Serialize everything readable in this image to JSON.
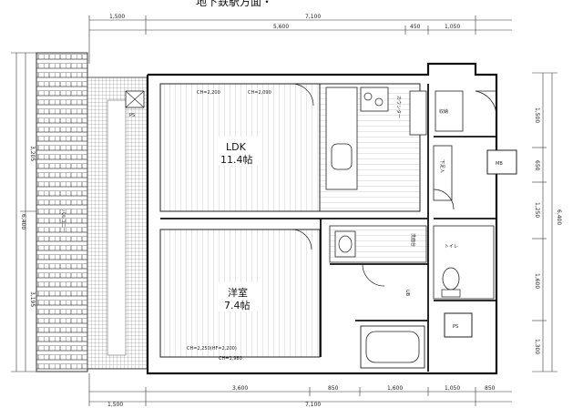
{
  "title": "地下鉄駅方面・",
  "dims": {
    "top_overall": "7,100",
    "top_left": "1,500",
    "top_main": "5,600",
    "top_450": "450",
    "top_1050": "1,050",
    "bottom_left": "1,500",
    "bottom_3600": "3,600",
    "bottom_overall": "7,100",
    "bottom_850a": "850",
    "bottom_1600": "1,600",
    "bottom_1050": "1,050",
    "bottom_850b": "850",
    "left_3205": "3,205",
    "left_6400": "6,400",
    "left_3195": "3,195",
    "right_6400": "6,400",
    "right_1500": "1,500",
    "right_650": "650",
    "right_1250": "1,250",
    "right_1600": "1,600",
    "right_1300": "1,300"
  },
  "rooms": {
    "ldk_name": "LDK",
    "ldk_size": "11.4帖",
    "western_name": "洋室",
    "western_size": "7.4帖"
  },
  "labels": {
    "ch_2200": "CH=2,200",
    "ch_2090": "CH=2,090",
    "ch_2250": "CH=2,250(HF=2,200)",
    "ch_1980": "CH=1,980",
    "counter": "カウンター",
    "ps_top": "PS",
    "ps_bottom": "PS",
    "mb": "MB",
    "toilet": "トイレ",
    "wash": "洗面台",
    "ub": "UB",
    "closet": "収納",
    "shoes": "下足入",
    "balcony": "バルコニー"
  }
}
